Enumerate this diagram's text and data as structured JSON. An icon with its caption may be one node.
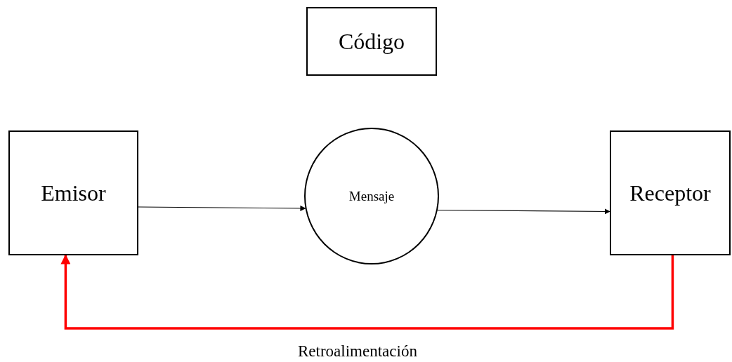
{
  "diagram": {
    "nodes": [
      {
        "text": [
          "Código"
        ]
      },
      {
        "text": [
          "Emisor"
        ]
      },
      {
        "text": [
          "Mensaje"
        ]
      },
      {
        "text": [
          "Receptor"
        ]
      }
    ],
    "edges": [
      {
        "from": 1,
        "to": 2,
        "arrow": "to"
      },
      {
        "from": 2,
        "to": 3,
        "arrow": "to"
      },
      {
        "from": 3,
        "to": 1,
        "arrow": "to",
        "label": "Retroalimentación",
        "style": "thick",
        "color": "#ff0000"
      }
    ]
  }
}
